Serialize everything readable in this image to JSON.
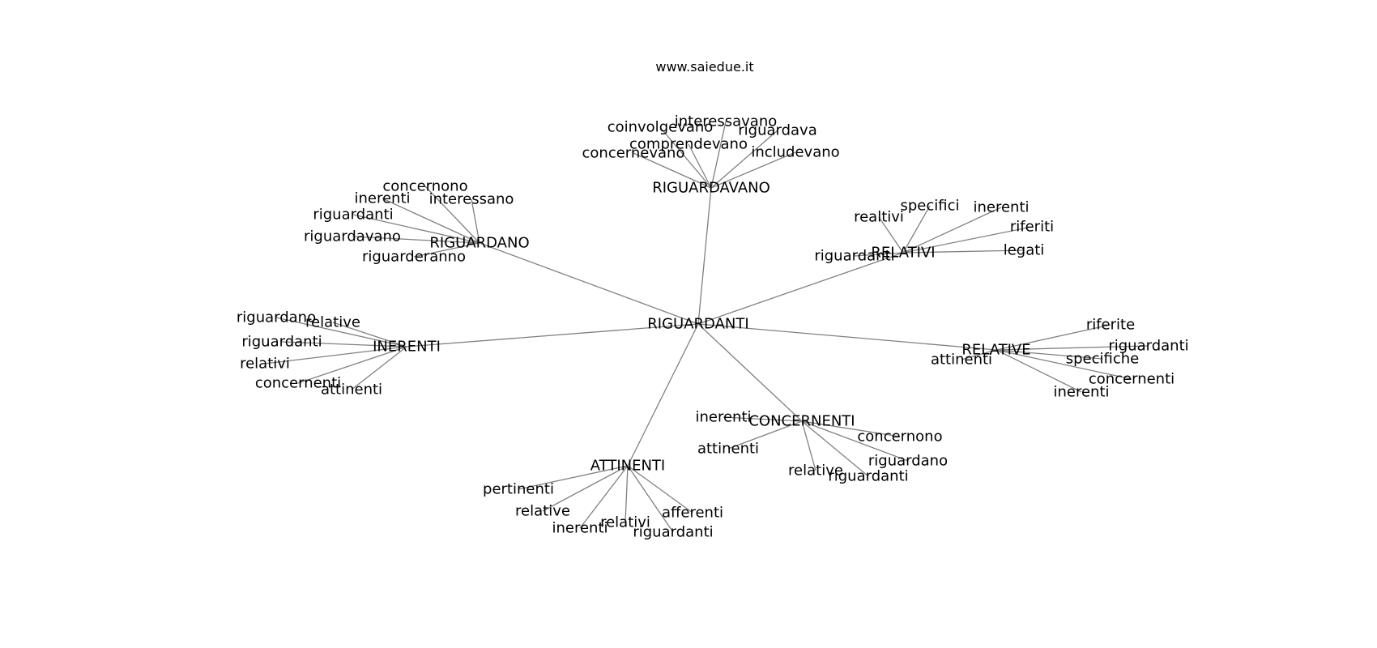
{
  "title": "www.saiedue.it",
  "root": "RIGUARDANTI",
  "groups": [
    {
      "hub": "RIGUARDAVANO",
      "leaves": [
        "concernevano",
        "coinvolgevano",
        "comprendevano",
        "interessavano",
        "riguardava",
        "includevano"
      ]
    },
    {
      "hub": "RIGUARDANO",
      "leaves": [
        "concernono",
        "inerenti",
        "interessano",
        "riguardanti",
        "riguardavano",
        "riguarderanno"
      ]
    },
    {
      "hub": "RELATIVI",
      "leaves": [
        "realtivi",
        "specifici",
        "inerenti",
        "riferiti",
        "legati",
        "riguardanti"
      ]
    },
    {
      "hub": "INERENTI",
      "leaves": [
        "riguardano",
        "relative",
        "riguardanti",
        "relativi",
        "concernenti",
        "attinenti"
      ]
    },
    {
      "hub": "RELATIVE",
      "leaves": [
        "riferite",
        "riguardanti",
        "specifiche",
        "attinenti",
        "concernenti",
        "inerenti"
      ]
    },
    {
      "hub": "CONCERNENTI",
      "leaves": [
        "inerenti",
        "attinenti",
        "concernono",
        "riguardano",
        "relative",
        "riguardanti"
      ]
    },
    {
      "hub": "ATTINENTI",
      "leaves": [
        "pertinenti",
        "relative",
        "inerenti",
        "relativi",
        "afferenti",
        "riguardanti"
      ]
    }
  ]
}
